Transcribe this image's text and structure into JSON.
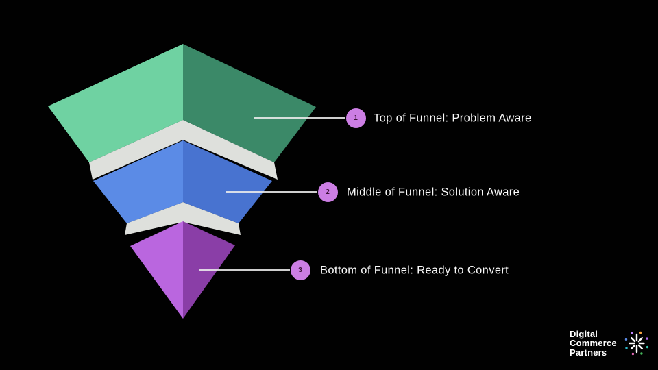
{
  "colors": {
    "background": "#010101",
    "divider": "#DEE0DC",
    "callout-line": "#EDEDED",
    "callout-circle": "#CC7EE4",
    "callout-number": "#3D1338",
    "callout-text": "#FAFAFA",
    "logo-text": "#FFFFFF"
  },
  "funnel": {
    "stages": [
      {
        "number": "1",
        "label": "Top of Funnel: Problem Aware",
        "face_left": "#6FD2A2",
        "face_right": "#3B8968"
      },
      {
        "number": "2",
        "label": "Middle of Funnel: Solution Aware",
        "face_left": "#5B8BE6",
        "face_right": "#4873D0"
      },
      {
        "number": "3",
        "label": "Bottom of Funnel: Ready to Convert",
        "face_left": "#BA66DF",
        "face_right": "#8A3EA7"
      }
    ]
  },
  "logo": {
    "lines": [
      "Digital",
      "Commerce",
      "Partners"
    ],
    "star_dots": [
      "#F7A440",
      "#B06AF0",
      "#35C7B0",
      "#46B85C",
      "#E86AB8",
      "#2FB8C9",
      "#5B8BE6",
      "#C084FC"
    ]
  }
}
